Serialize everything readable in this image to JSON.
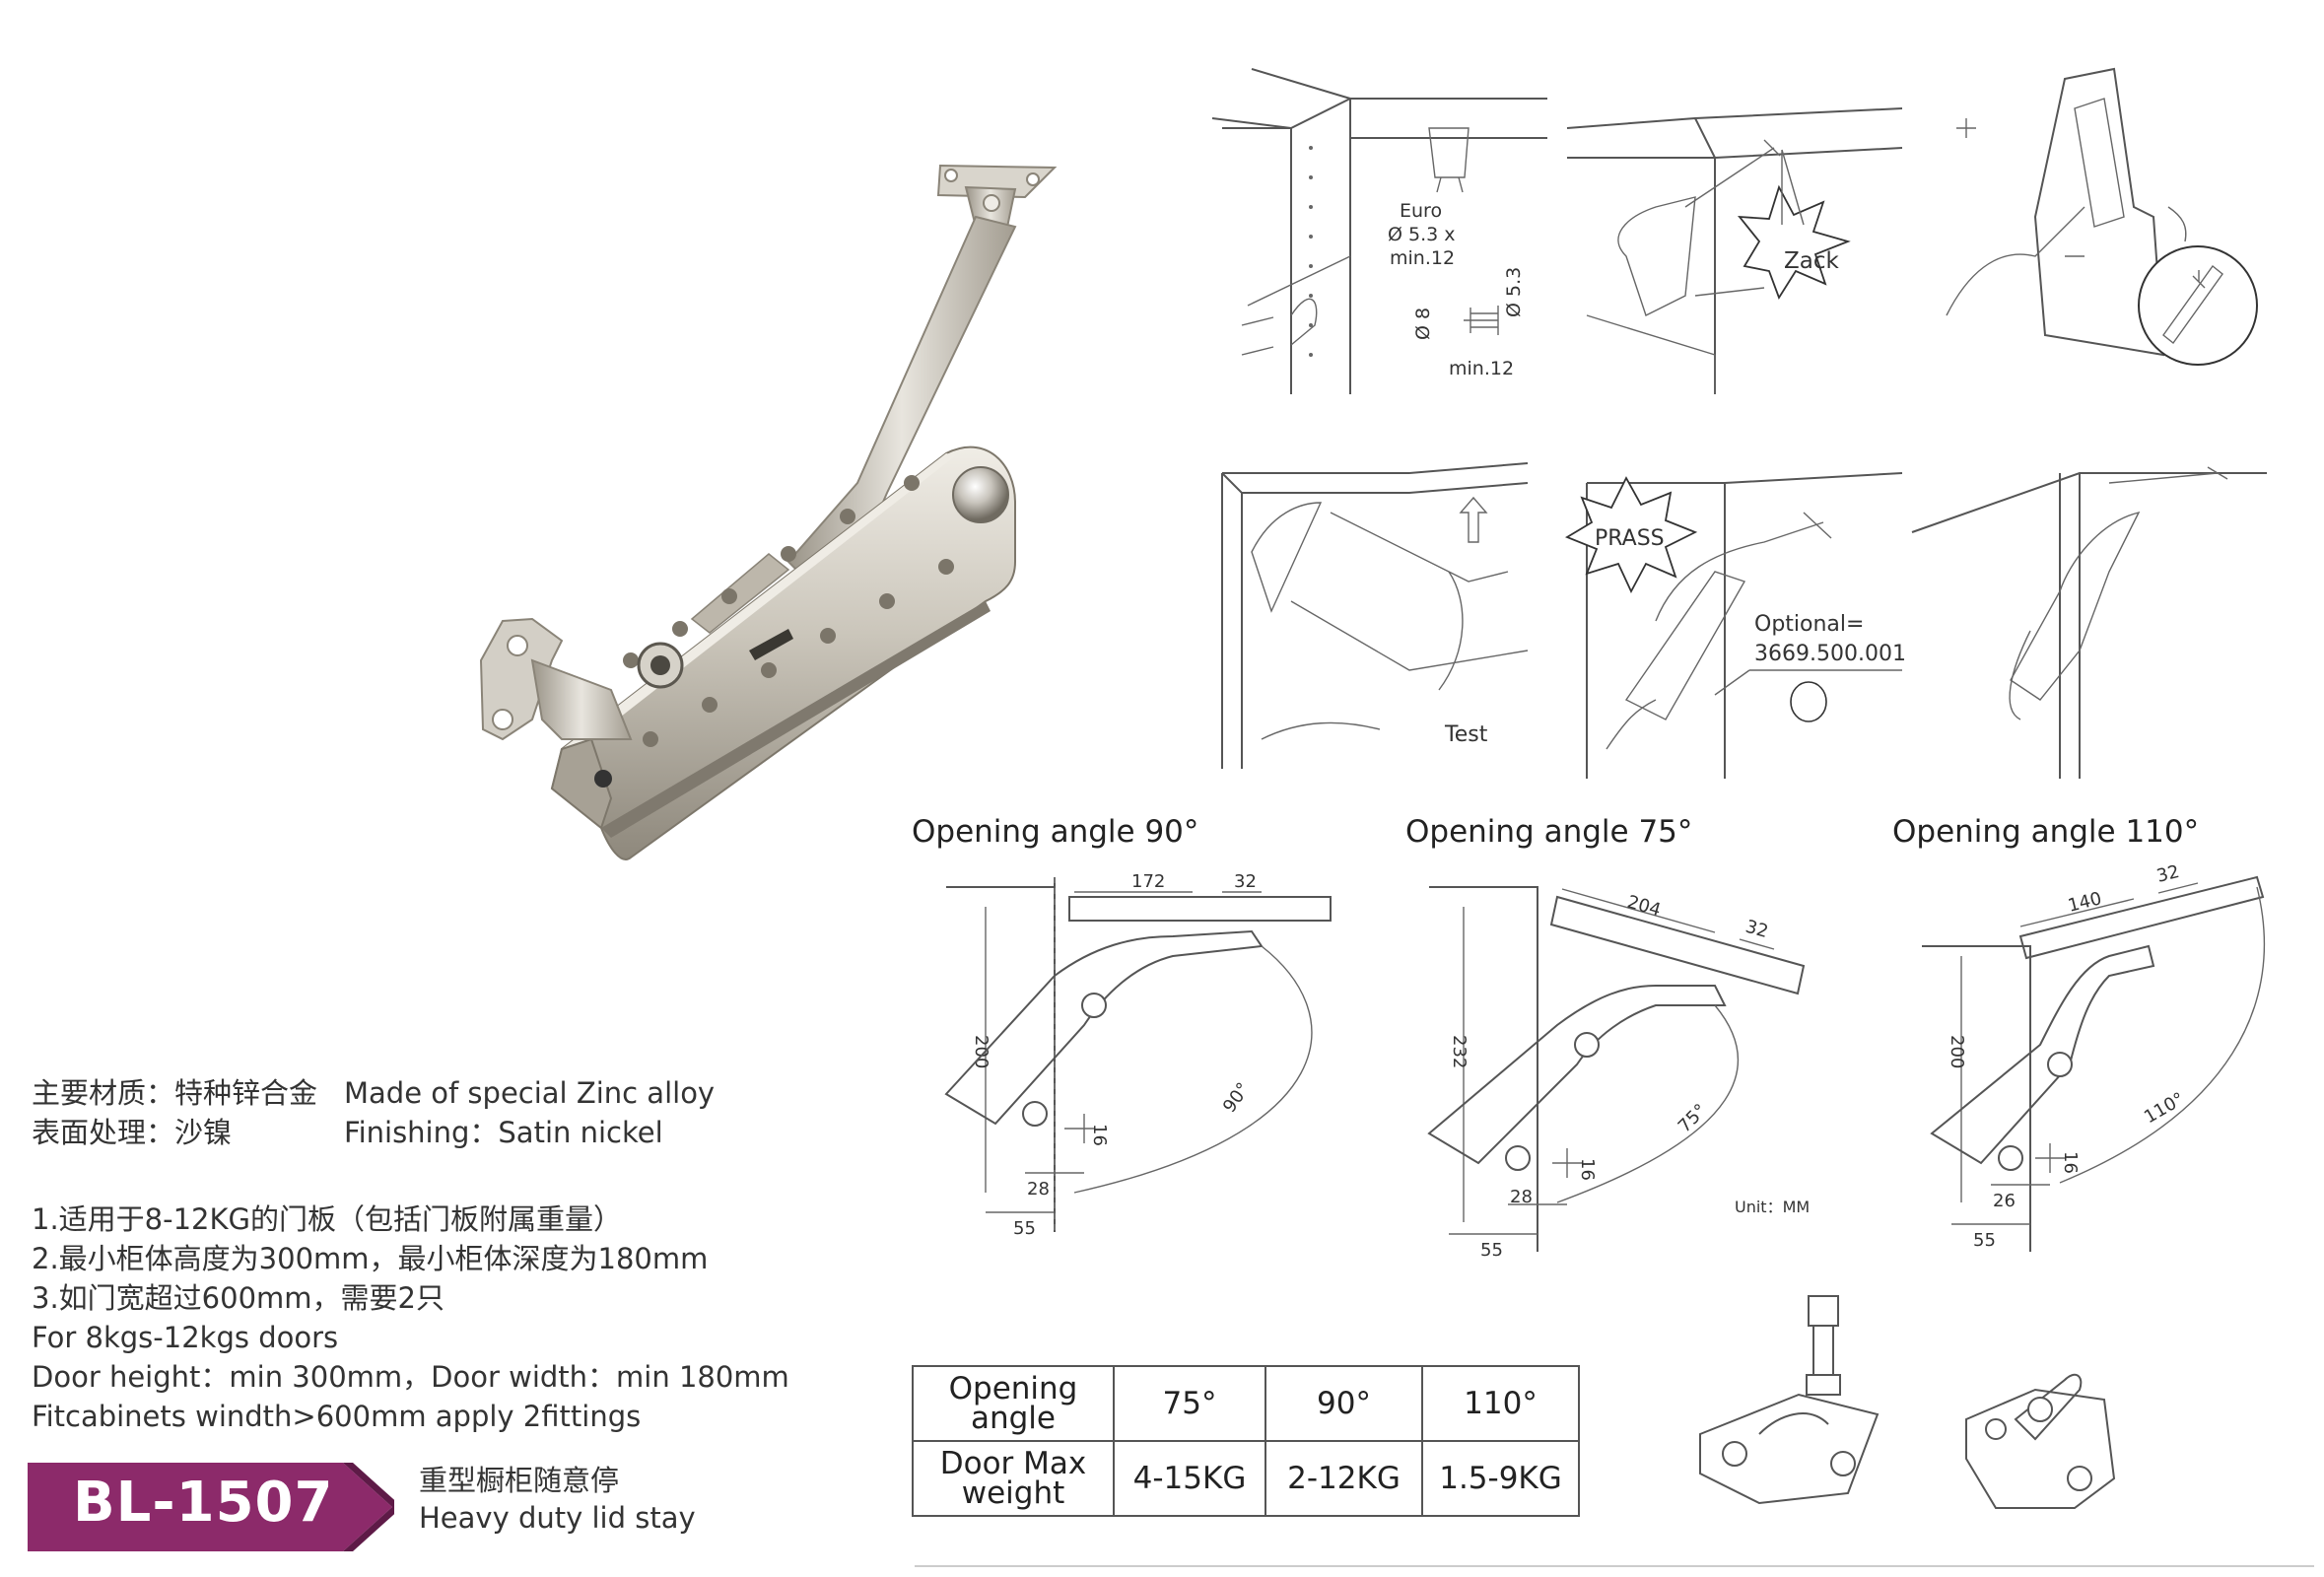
{
  "colors": {
    "badge": "#8c2a6a",
    "badge_dark": "#5e1a47",
    "nickel_light": "#e6e3dc",
    "nickel_mid": "#c9c4b9",
    "nickel_dark": "#8f897d",
    "line": "#555555"
  },
  "product_image": {
    "name": "lid-stay-photo"
  },
  "material": {
    "cn_label": "主要材质：特种锌合金",
    "en_label": "Made of special Zinc alloy",
    "finish_cn": "表面处理：沙镍",
    "finish_en": "Finishing：Satin nickel"
  },
  "specs": [
    "1.适用于8-12KG的门板（包括门板附属重量）",
    "2.最小柜体高度为300mm，最小柜体深度为180mm",
    "3.如门宽超过600mm，需要2只",
    "For 8kgs-12kgs doors",
    "Door height：min 300mm，Door width：min 180mm",
    "Fitcabinets windth>600mm apply 2fittings"
  ],
  "model": {
    "code": "BL-1507",
    "name_cn": "重型橱柜随意停",
    "name_en": "Heavy duty lid stay"
  },
  "install_steps": {
    "step1": {
      "euro_line1": "Euro",
      "euro_line2": "Ø 5.3 x",
      "euro_line3": "min.12",
      "dia8": "Ø 8",
      "dia53": "Ø 5.3",
      "min12": "min.12"
    },
    "step2": {
      "burst": "Zack"
    },
    "step4": {
      "test": "Test"
    },
    "step5": {
      "burst": "PRASS",
      "optional_label": "Optional=",
      "optional_code": "3669.500.001"
    }
  },
  "angle_diagrams": [
    {
      "title": "Opening angle 90°",
      "dims": [
        "172",
        "32",
        "200",
        "16",
        "28",
        "55",
        "90°"
      ]
    },
    {
      "title": "Opening angle 75°",
      "dims": [
        "204",
        "32",
        "232",
        "16",
        "28",
        "55",
        "75°"
      ],
      "unit": "Unit：MM"
    },
    {
      "title": "Opening angle 110°",
      "dims": [
        "140",
        "32",
        "200",
        "16",
        "26",
        "55",
        "110°"
      ]
    }
  ],
  "table": {
    "row1_header": "Opening angle",
    "row1": [
      "75°",
      "90°",
      "110°"
    ],
    "row2_header": "Door Max weight",
    "row2": [
      "4-15KG",
      "2-12KG",
      "1.5-9KG"
    ]
  }
}
